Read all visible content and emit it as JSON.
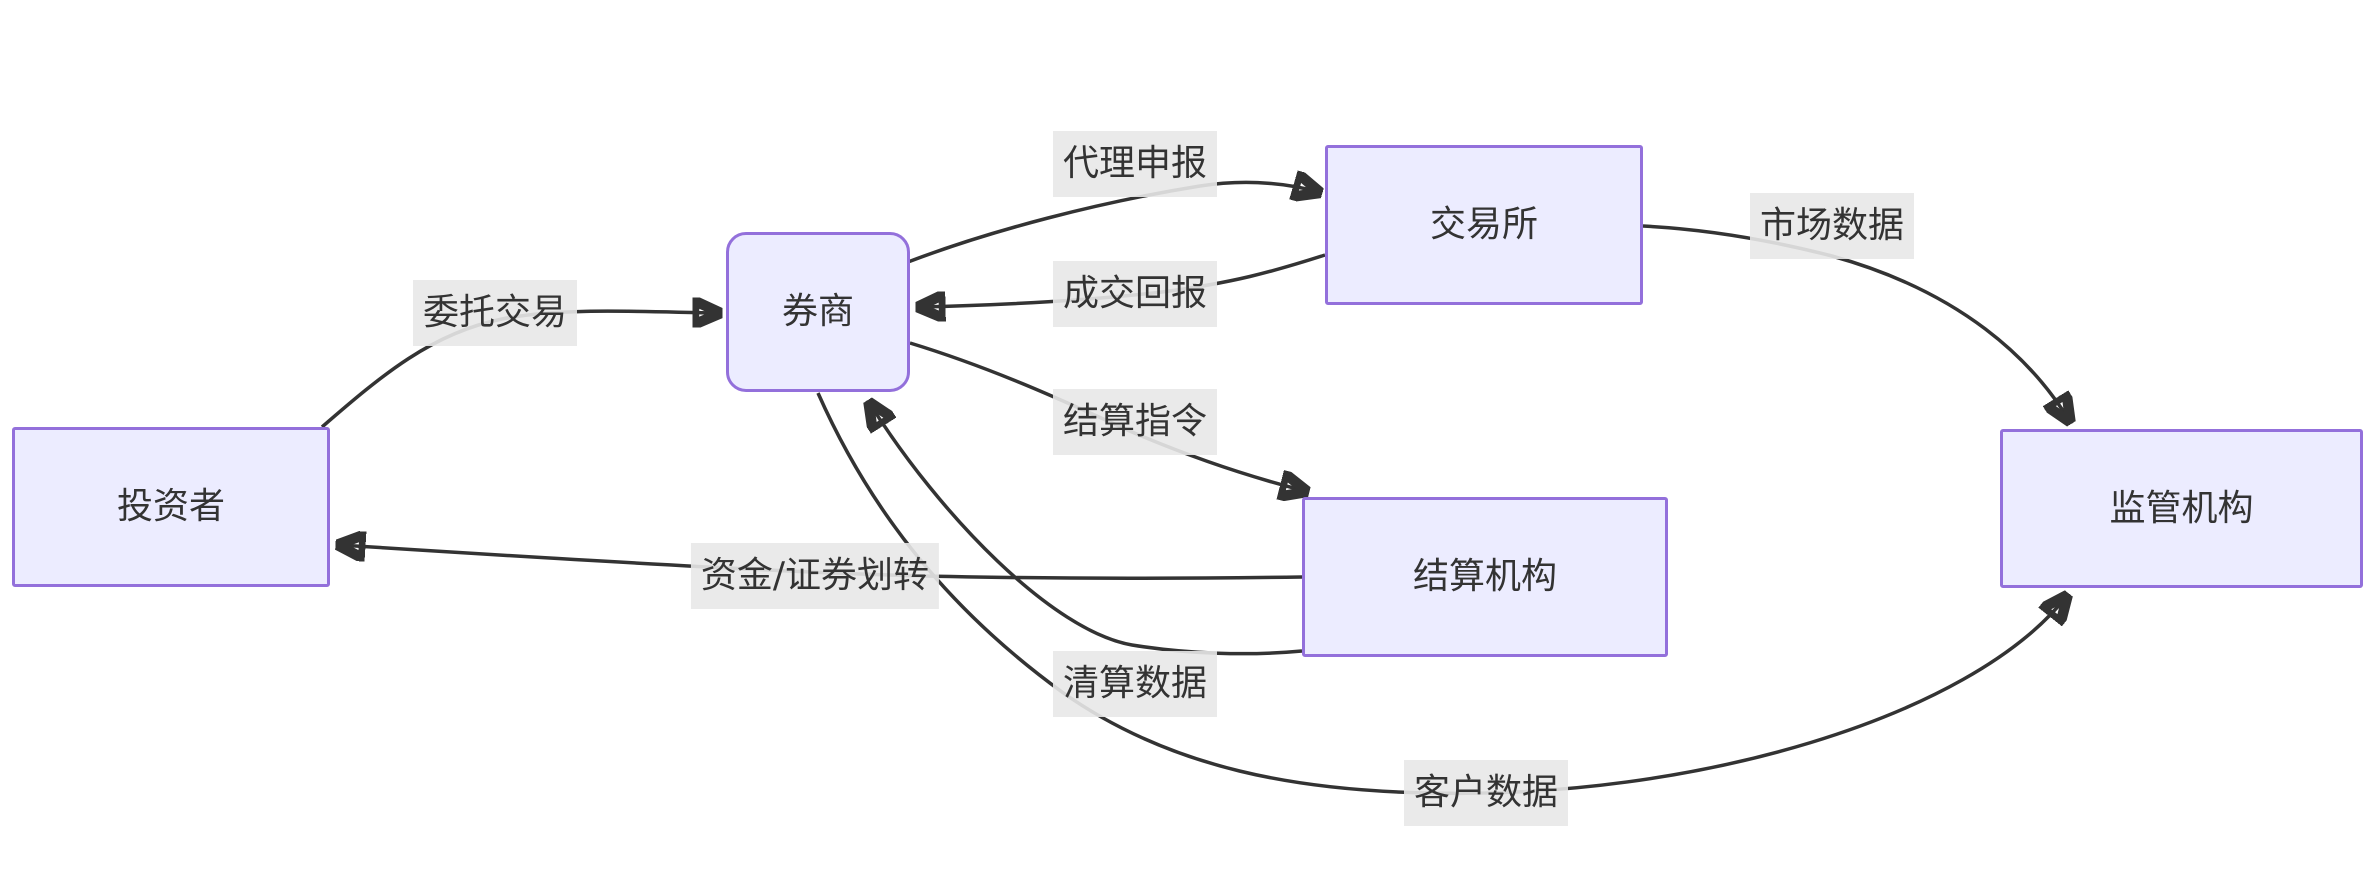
{
  "diagram": {
    "type": "flowchart",
    "background_color": "#ffffff",
    "node_fill_color": "#ECECFF",
    "node_border_color": "#9370DB",
    "edge_line_color": "#333333",
    "edge_label_bg_color": "#e8e8e8",
    "text_color": "#333333"
  },
  "nodes": [
    {
      "id": "investor",
      "label": "投资者"
    },
    {
      "id": "broker",
      "label": "券商"
    },
    {
      "id": "exchange",
      "label": "交易所"
    },
    {
      "id": "settlement",
      "label": "结算机构"
    },
    {
      "id": "regulator",
      "label": "监管机构"
    }
  ],
  "edges": [
    {
      "from": "投资者",
      "to": "券商",
      "label": "委托交易"
    },
    {
      "from": "券商",
      "to": "交易所",
      "label": "代理申报"
    },
    {
      "from": "交易所",
      "to": "券商",
      "label": "成交回报"
    },
    {
      "from": "券商",
      "to": "结算机构",
      "label": "结算指令"
    },
    {
      "from": "交易所",
      "to": "监管机构",
      "label": "市场数据"
    },
    {
      "from": "结算机构",
      "to": "投资者",
      "label": "资金/证券划转"
    },
    {
      "from": "结算机构",
      "to": "券商",
      "label": "清算数据"
    },
    {
      "from": "券商",
      "to": "监管机构",
      "label": "客户数据"
    }
  ]
}
